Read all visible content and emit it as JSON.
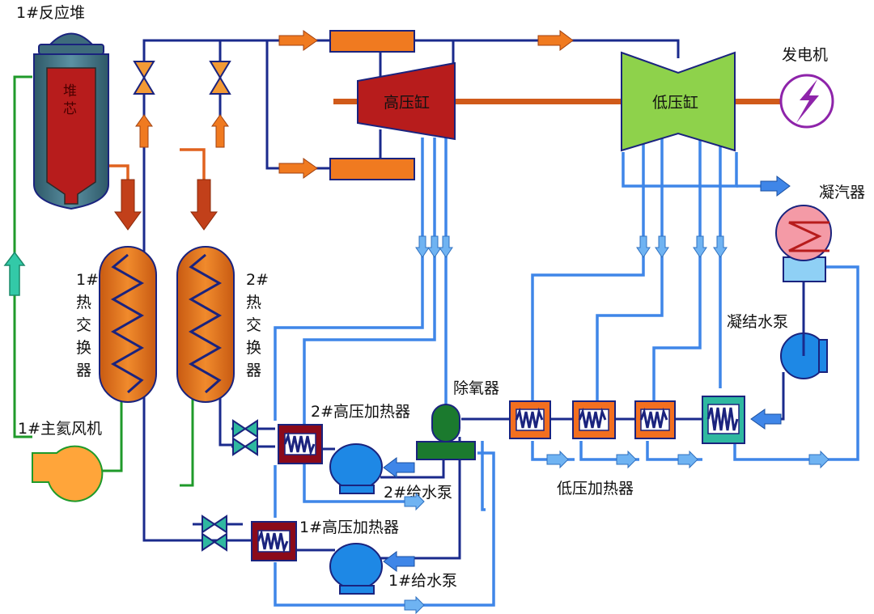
{
  "labels": {
    "reactor": "1#反应堆",
    "core": "堆芯",
    "hx1": "1#热交换器",
    "hx2": "2#热交换器",
    "blower": "1#主氦风机",
    "hp_turbine": "高压缸",
    "lp_turbine": "低压缸",
    "generator": "发电机",
    "condenser": "凝汽器",
    "condensate_pump": "凝结水泵",
    "deaerator": "除氧器",
    "hp_heater2": "2#高压加热器",
    "hp_heater1": "1#高压加热器",
    "feed_pump2": "2#给水泵",
    "feed_pump1": "1#给水泵",
    "lp_heaters": "低压加热器"
  },
  "colors": {
    "reactor_vessel": "#3d6f80",
    "core": "#b71c1c",
    "hx_body": "#e07a1f",
    "hp_turbine": "#b71c1c",
    "lp_turbine": "#8ed24b",
    "generator": "#8e24aa",
    "helium_loop": "#1f9a2a",
    "steam_pipe": "#1a2a8c",
    "water_pipe": "#3f86e8",
    "hot_helium": "#e0621f",
    "lp_heater": "#f36f1f",
    "hp_heater": "#8b0a1a",
    "condensate_heater": "#2fb8a0",
    "pump": "#1e88e5",
    "blower": "#ffa53a",
    "deaerator": "#1b7a2e"
  },
  "icons": [
    "valve-icon",
    "arrow-right-icon",
    "arrow-down-icon",
    "arrow-up-icon",
    "lightning-icon",
    "coil-icon",
    "pump-icon"
  ]
}
